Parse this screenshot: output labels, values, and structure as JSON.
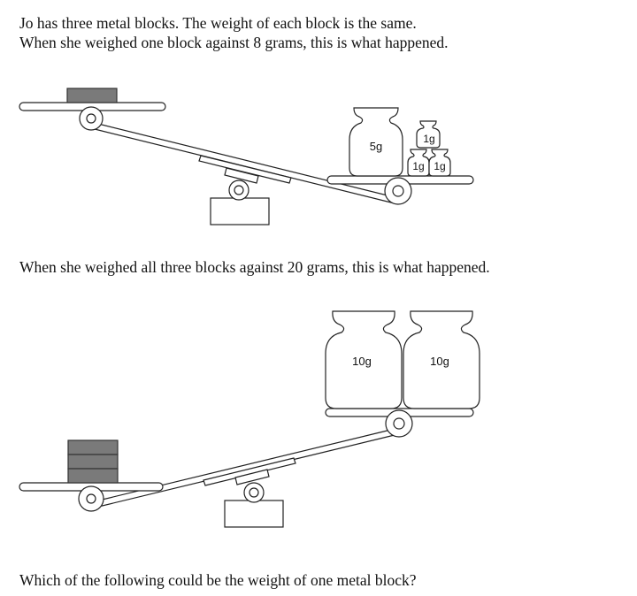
{
  "question": {
    "intro_line_1": "Jo has three metal blocks. The weight of each block is the same.",
    "intro_line_2": "When she weighed one block against 8 grams, this is what happened.",
    "middle_line": "When she weighed all three blocks against 20 grams, this is what happened.",
    "final_question": "Which of the following could be the weight of one metal block?"
  },
  "scale_1": {
    "weights": {
      "large": "5g",
      "small_top": "1g",
      "small_left": "1g",
      "small_right": "1g"
    }
  },
  "scale_2": {
    "weights": {
      "left": "10g",
      "right": "10g"
    }
  }
}
